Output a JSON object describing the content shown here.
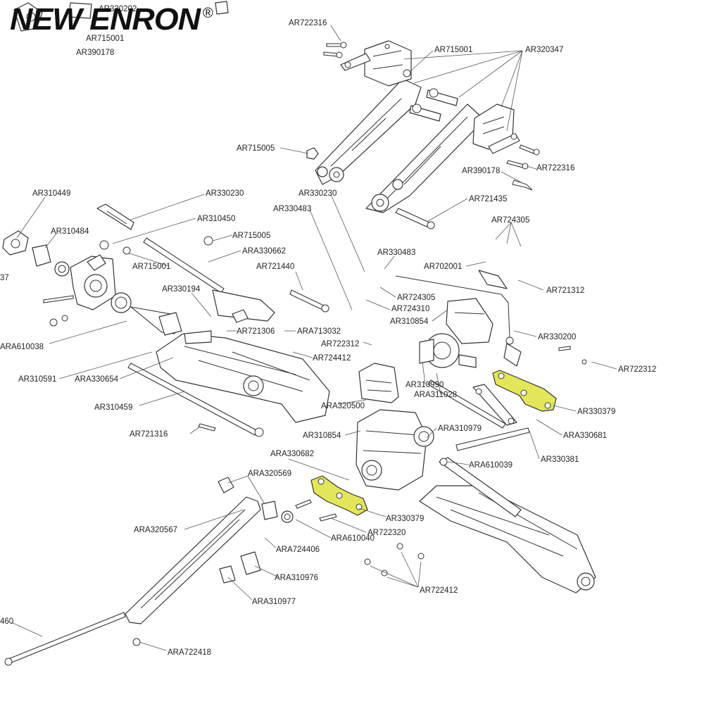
{
  "brand": {
    "name": "NEW ENRON",
    "registered": "®"
  },
  "accent_colors": {
    "highlight": "#e3e65a",
    "lines": "#333333"
  },
  "labels": {
    "ar330202": "AR330202",
    "ar715001_top": "AR715001",
    "ar390178_top": "AR390178",
    "ar722316_top": "AR722316",
    "ar715001_r": "AR715001",
    "ar320347": "AR320347",
    "ar715005_top": "AR715005",
    "ar722316_r": "AR722316",
    "ar390178_r": "AR390178",
    "ar310449": "AR310449",
    "ar330230_l": "AR330230",
    "ar330230_c": "AR330230",
    "ar721435": "AR721435",
    "ar310450": "AR310450",
    "ar330483_l": "AR330483",
    "ar310484": "AR310484",
    "ar715005_m": "AR715005",
    "ar724305_r": "AR724305",
    "ara330662": "ARA330662",
    "ar337_partial": "37",
    "ar715001_m": "AR715001",
    "ar330483_c": "AR330483",
    "ar702001": "AR702001",
    "ar721440": "AR721440",
    "ar721312": "AR721312",
    "ar330194": "AR330194",
    "ar724305_c": "AR724305",
    "ar724310": "AR724310",
    "ar310854_top": "AR310854",
    "ar721306": "AR721306",
    "ara713032": "ARA713032",
    "ar330200": "AR330200",
    "ara610038": "ARA610038",
    "ar722312_c": "AR722312",
    "ar724412": "AR724412",
    "ar722312_r": "AR722312",
    "ar310591": "AR310591",
    "ara330654": "ARA330654",
    "ar310990": "AR310990",
    "ara311028": "ARA311028",
    "ar310459": "AR310459",
    "ara320500": "ARA320500",
    "ar330379_r": "AR330379",
    "ar721316": "AR721316",
    "ar310854_m": "AR310854",
    "ara310979": "ARA310979",
    "ara330681": "ARA330681",
    "ara330682": "ARA330682",
    "ar330381": "AR330381",
    "ara610039": "ARA610039",
    "ara320569": "ARA320569",
    "ar330379_c": "AR330379",
    "ara320567": "ARA320567",
    "ar722320": "AR722320",
    "ara610040": "ARA610040",
    "ara724406": "ARA724406",
    "ara310976": "ARA310976",
    "ar722412": "AR722412",
    "ara310977": "ARA310977",
    "partial_460": "460",
    "ara722418": "ARA722418"
  }
}
